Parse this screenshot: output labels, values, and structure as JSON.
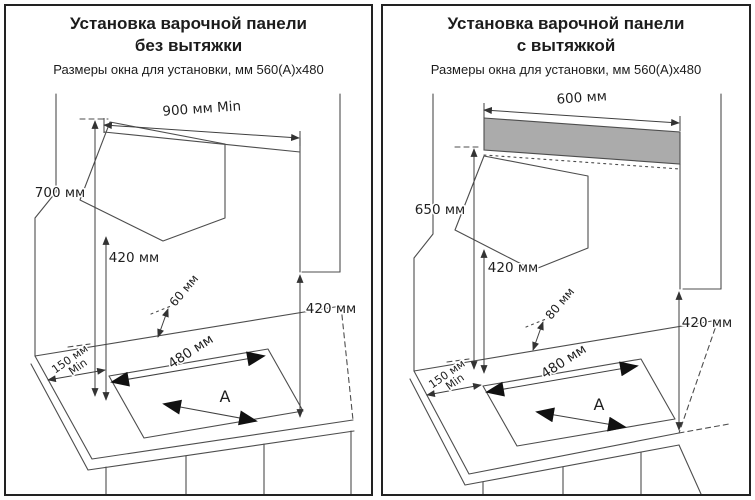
{
  "panels": {
    "left": {
      "title_line1": "Установка варочной панели",
      "title_line2": "без вытяжки",
      "subtitle": "Размеры окна для установки, мм  560(А)х480",
      "dims": {
        "top_width": "900 мм Min",
        "hood_height": "700 мм",
        "mid_height": "420 мм",
        "rear_gap": "60 мм",
        "right_height": "420 мм",
        "side_margin_line1": "150 мм",
        "side_margin_line2": "Min",
        "cutout_depth": "480 мм",
        "cutout_width_letter": "А"
      }
    },
    "right": {
      "title_line1": "Установка варочной панели",
      "title_line2": "с вытяжкой",
      "subtitle": "Размеры окна для установки, мм  560(А)х480",
      "dims": {
        "top_width": "600 мм",
        "hood_height": "650 мм",
        "mid_height": "420 мм",
        "rear_gap": "80 мм",
        "right_height": "420 мм",
        "side_margin_line1": "150 мм",
        "side_margin_line2": "Min",
        "cutout_depth": "480 мм",
        "cutout_width_letter": "А"
      }
    }
  },
  "colors": {
    "panel_border": "#222222",
    "drawing_line": "#4d4d4d",
    "hood_band_fill": "#ababab",
    "arrow_fill": "#1a1a1a"
  }
}
